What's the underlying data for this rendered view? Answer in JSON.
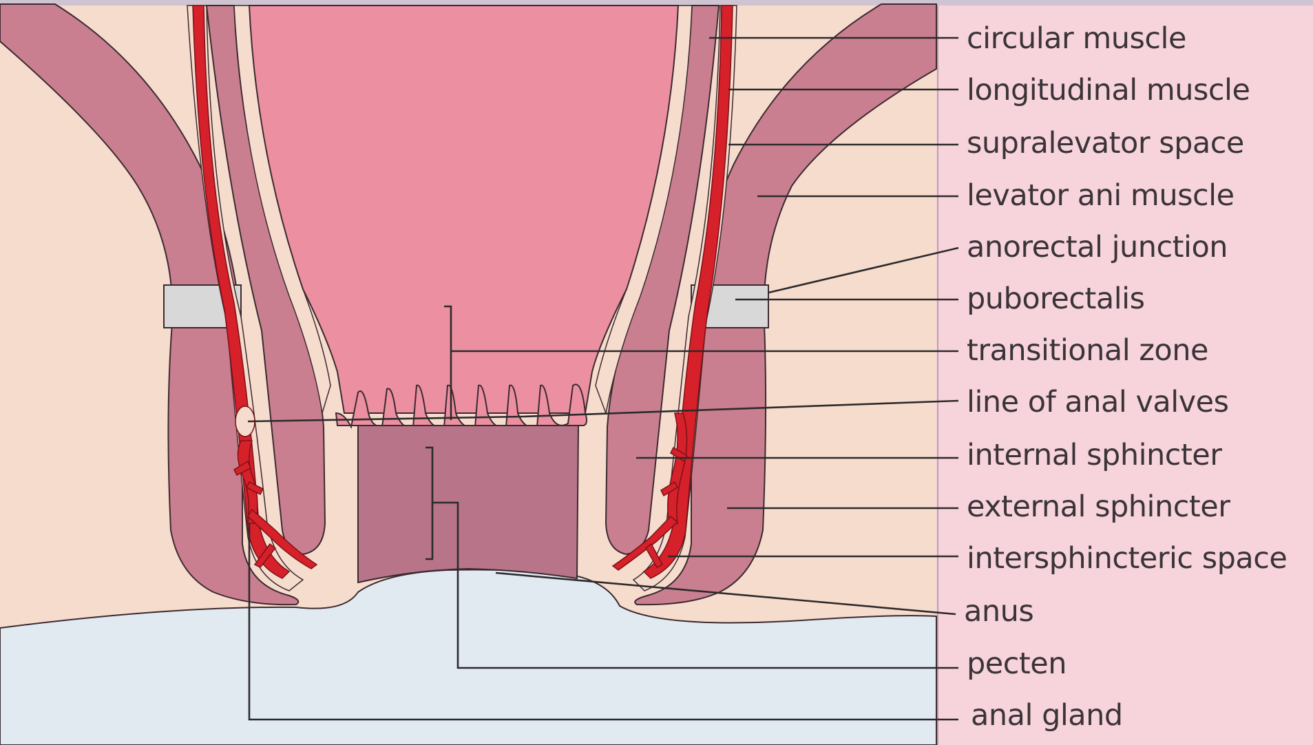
{
  "labels": {
    "circular_muscle": "circular muscle",
    "longitudinal_muscle": "longitudinal muscle",
    "supralevator_space": "supralevator space",
    "levator_ani_muscle": "levator ani muscle",
    "anorectal_junction": "anorectal junction",
    "puborectalis": "puborectalis",
    "transitional_zone": "transitional zone",
    "line_of_anal_valves": "line of anal valves",
    "internal_sphincter": "internal sphincter",
    "external_sphincter": "external sphincter",
    "intersphincteric_space": "intersphincteric space",
    "anus": "anus",
    "pecten": "pecten",
    "anal_gland": "anal gland"
  },
  "colors": {
    "background_right": "#f7d3dc",
    "background_tissue": "#f6dccd",
    "skin_lower": "#e1e9f1",
    "muscle": "#c97f90",
    "rectum_lumen": "#eb8fa1",
    "pecten_zone": "#b87488",
    "puborectalis": "#d8d8d8",
    "blood_vessel": "#d6202a"
  }
}
